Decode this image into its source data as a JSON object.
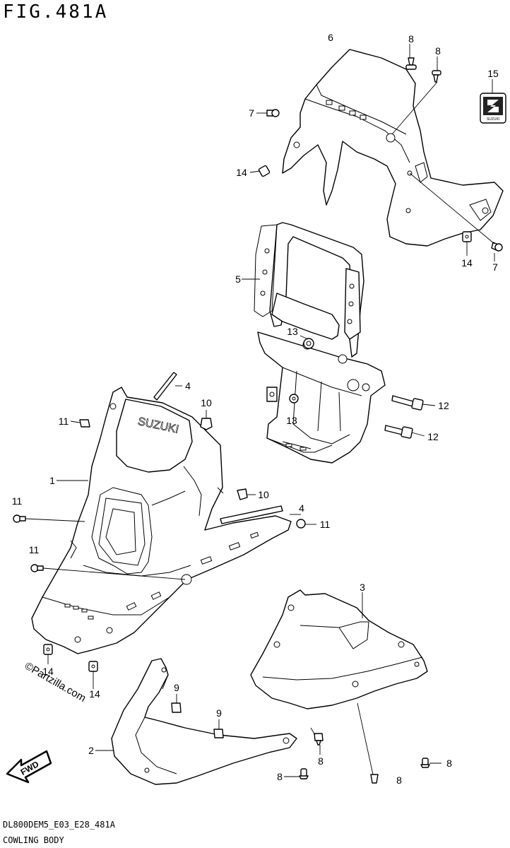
{
  "figure": {
    "title": "FIG.481A",
    "footer_code": "DL800DEM5_E03_E28_481A",
    "footer_name": "COWLING BODY"
  },
  "watermark": "©Partzilla.com",
  "fwd_label": "FWD",
  "logo_badge_text": "SUZUKI",
  "callouts": [
    {
      "id": "c6",
      "label": "6"
    },
    {
      "id": "c8a",
      "label": "8"
    },
    {
      "id": "c8b",
      "label": "8"
    },
    {
      "id": "c15",
      "label": "15"
    },
    {
      "id": "c7a",
      "label": "7"
    },
    {
      "id": "c14a",
      "label": "14"
    },
    {
      "id": "c14b",
      "label": "14"
    },
    {
      "id": "c7b",
      "label": "7"
    },
    {
      "id": "c5",
      "label": "5"
    },
    {
      "id": "c13a",
      "label": "13"
    },
    {
      "id": "c13b",
      "label": "13"
    },
    {
      "id": "c12a",
      "label": "12"
    },
    {
      "id": "c12b",
      "label": "12"
    },
    {
      "id": "c4a",
      "label": "4"
    },
    {
      "id": "c10a",
      "label": "10"
    },
    {
      "id": "c11a",
      "label": "11"
    },
    {
      "id": "c1",
      "label": "1"
    },
    {
      "id": "c10b",
      "label": "10"
    },
    {
      "id": "c4b",
      "label": "4"
    },
    {
      "id": "c11b",
      "label": "11"
    },
    {
      "id": "c11c",
      "label": "11"
    },
    {
      "id": "c11d",
      "label": "11"
    },
    {
      "id": "c3",
      "label": "3"
    },
    {
      "id": "c14c",
      "label": "14"
    },
    {
      "id": "c14d",
      "label": "14"
    },
    {
      "id": "c9a",
      "label": "9"
    },
    {
      "id": "c9b",
      "label": "9"
    },
    {
      "id": "c2",
      "label": "2"
    },
    {
      "id": "c8c",
      "label": "8"
    },
    {
      "id": "c8d",
      "label": "8"
    },
    {
      "id": "c8e",
      "label": "8"
    },
    {
      "id": "c8f",
      "label": "8"
    }
  ]
}
